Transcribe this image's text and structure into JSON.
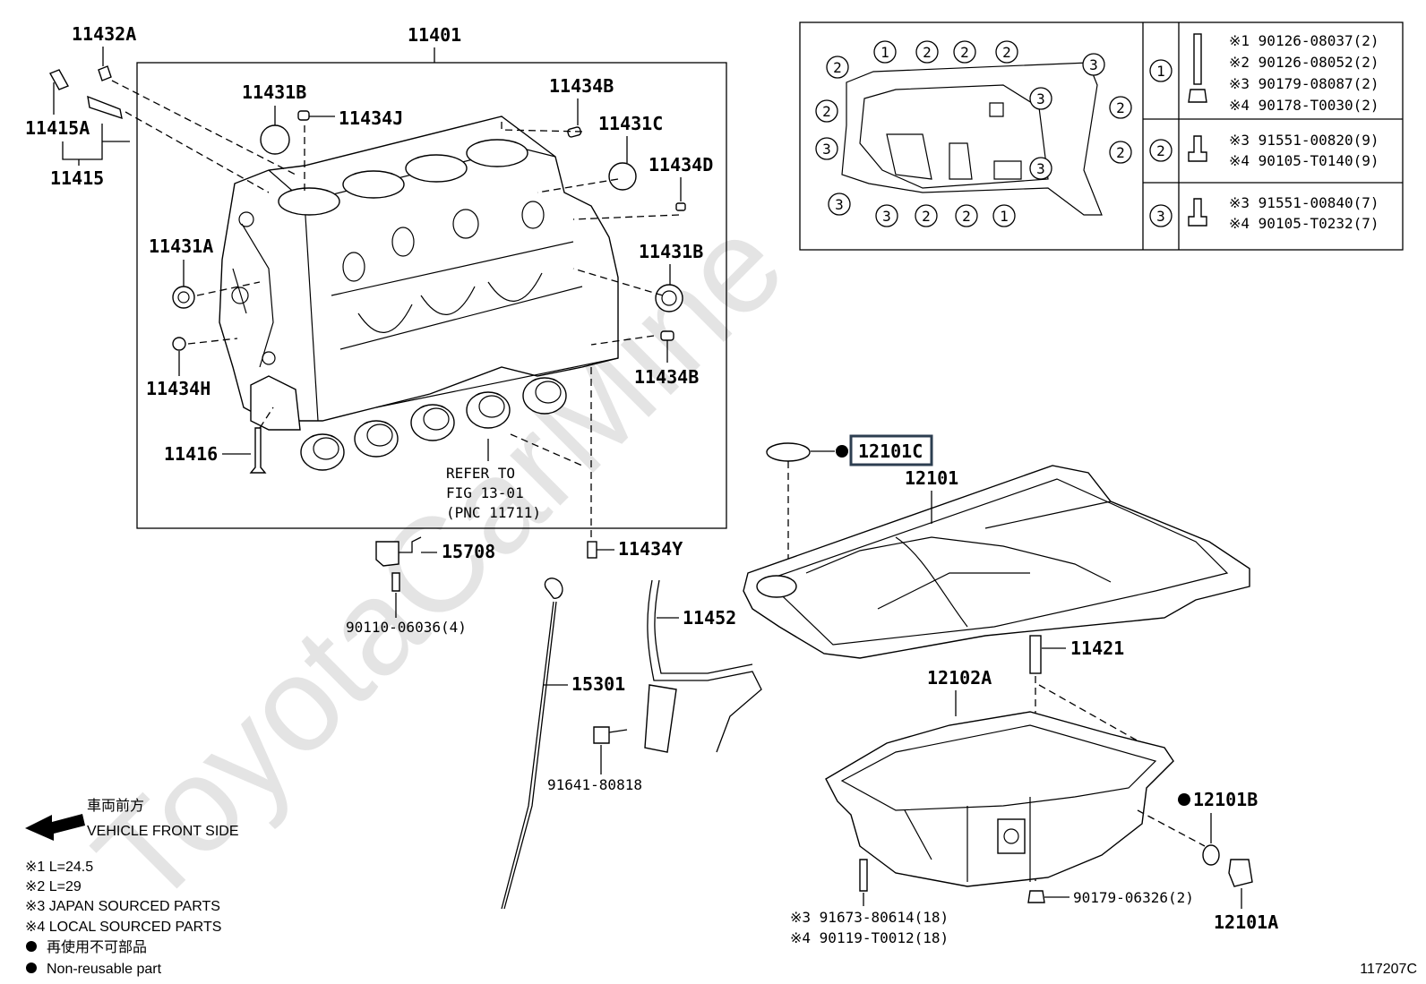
{
  "watermark": "ToyotaCarMine",
  "figure_id": "117207C",
  "block_labels": {
    "p11432A": "11432A",
    "p11401": "11401",
    "p11415A": "11415A",
    "p11415": "11415",
    "p11431B_top": "11431B",
    "p11434J": "11434J",
    "p11434B_top": "11434B",
    "p11431C": "11431C",
    "p11434D": "11434D",
    "p11431A": "11431A",
    "p11431B_right": "11431B",
    "p11434H": "11434H",
    "p11434B_bottom": "11434B",
    "p11416": "11416"
  },
  "refer_note": [
    "REFER TO",
    "FIG 13-01",
    "(PNC 11711)"
  ],
  "lower_labels": {
    "p15708": "15708",
    "p90110": "90110-06036(4)",
    "p11434Y": "11434Y",
    "p11452": "11452",
    "p15301": "15301",
    "p91641": "91641-80818",
    "p12101C": "12101C",
    "p12101": "12101",
    "p11421": "11421",
    "p12102A": "12102A",
    "p12101B": "12101B",
    "p12101A": "12101A",
    "p90179_06326": "90179-06326(2)",
    "p91673": "※3 91673-80614(18)",
    "p90119": "※4 90119-T0012(18)"
  },
  "bolt_table": {
    "rows": [
      {
        "key": "1",
        "entries": [
          "※1  90126-08037(2)",
          "※2  90126-08052(2)",
          "※3  90179-08087(2)",
          "※4  90178-T0030(2)"
        ]
      },
      {
        "key": "2",
        "entries": [
          "※3  91551-00820(9)",
          "※4  90105-T0140(9)"
        ]
      },
      {
        "key": "3",
        "entries": [
          "※3  91551-00840(7)",
          "※4  90105-T0232(7)"
        ]
      }
    ]
  },
  "bolt_map_numbers": {
    "top": [
      "1",
      "2",
      "2",
      "2"
    ],
    "left": [
      "2",
      "2",
      "3",
      "3"
    ],
    "bottom": [
      "3",
      "2",
      "2",
      "1"
    ],
    "right": [
      "3",
      "2",
      "2"
    ],
    "inner": [
      "3",
      "3"
    ]
  },
  "legend": {
    "front_jp": "車両前方",
    "front_en": "VEHICLE FRONT SIDE",
    "notes": [
      "※1 L=24.5",
      "※2 L=29",
      "※3 JAPAN SOURCED PARTS",
      "※4 LOCAL SOURCED PARTS"
    ],
    "nonreuse_jp": "再使用不可部品",
    "nonreuse_en": "Non-reusable part"
  }
}
